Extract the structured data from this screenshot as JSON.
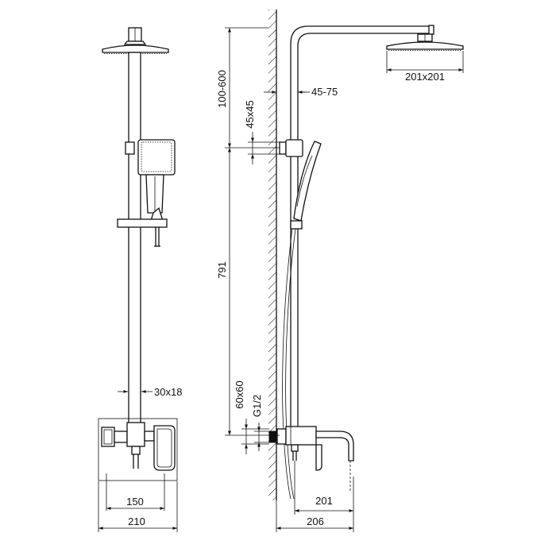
{
  "dimensions": {
    "height_adjust": "100-600",
    "wall_distance": "45-75",
    "shower_head_size": "201x201",
    "holder_size": "45x45",
    "column_height": "791",
    "pipe_section": "30x18",
    "mixer_base": "60x60",
    "thread": "G1/2",
    "front_inner_width": "150",
    "front_outer_width": "210",
    "spout_length": "201",
    "side_depth": "206"
  }
}
